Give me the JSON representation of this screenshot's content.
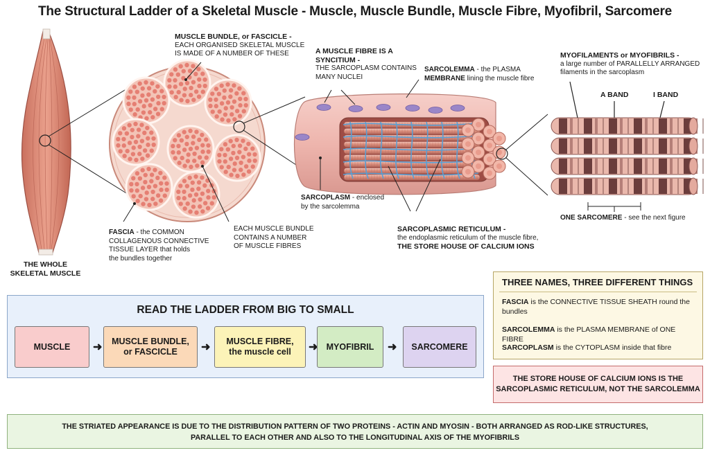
{
  "title": "The Structural Ladder of a Skeletal Muscle - Muscle, Muscle Bundle, Muscle Fibre, Myofibril, Sarcomere",
  "labels": {
    "whole_muscle": [
      "THE WHOLE",
      "SKELETAL MUSCLE"
    ],
    "bundle_heading": "MUSCLE BUNDLE, or FASCICLE -",
    "bundle_desc": [
      "EACH ORGANISED SKELETAL MUSCLE",
      "IS MADE OF A NUMBER OF THESE"
    ],
    "fascia_term": "FASCIA",
    "fascia_desc_1": " - the COMMON",
    "fascia_desc_rest": [
      "COLLAGENOUS CONNECTIVE",
      "TISSUE LAYER that holds",
      "the bundles together"
    ],
    "each_bundle": [
      "EACH MUSCLE BUNDLE",
      "CONTAINS A NUMBER",
      "OF MUSCLE FIBRES"
    ],
    "syncitium": [
      "A MUSCLE FIBRE IS A SYNCITIUM -",
      "THE SARCOPLASM CONTAINS",
      "MANY NUCLEI"
    ],
    "sarcolemma_term": "SARCOLEMMA",
    "sarcolemma_desc_1": " - the PLASMA",
    "sarcolemma_term_2": "MEMBRANE",
    "sarcolemma_desc_2": " lining the muscle fibre",
    "sarcoplasm_term": "SARCOPLASM",
    "sarcoplasm_desc_1": " - enclosed",
    "sarcoplasm_desc_2": "by the sarcolemma",
    "sr_term": "SARCOPLASMIC RETICULUM -",
    "sr_desc": "the endoplasmic reticulum of the muscle fibre,",
    "sr_store": "THE STORE HOUSE OF CALCIUM IONS",
    "myofil_term": "MYOFILAMENTS or MYOFIBRILS -",
    "myofil_desc": [
      "a large number of PARALLELLY ARRANGED",
      "filaments in the sarcoplasm"
    ],
    "a_band": "A BAND",
    "i_band": "I BAND",
    "one_sarcomere": "ONE SARCOMERE",
    "one_sarcomere_desc": " - see the next figure"
  },
  "ladder": {
    "title": "READ THE LADDER FROM BIG TO SMALL",
    "steps": [
      {
        "lines": [
          "MUSCLE"
        ],
        "color": "#f9cccc"
      },
      {
        "lines": [
          "MUSCLE BUNDLE,",
          "or FASCICLE"
        ],
        "color": "#fbd9b8"
      },
      {
        "lines": [
          "MUSCLE FIBRE,",
          "the muscle cell"
        ],
        "color": "#fcf3b8"
      },
      {
        "lines": [
          "MYOFIBRIL"
        ],
        "color": "#d3ecc4"
      },
      {
        "lines": [
          "SARCOMERE"
        ],
        "color": "#ddd3f0"
      }
    ],
    "arrow": "➜"
  },
  "names_box": {
    "title": "THREE NAMES, THREE DIFFERENT THINGS",
    "items": [
      {
        "term": "FASCIA",
        "text": " is the CONNECTIVE TISSUE SHEATH round the bundles"
      },
      {
        "term": "SARCOLEMMA",
        "text": " is the PLASMA MEMBRANE of ONE FIBRE"
      },
      {
        "term": "SARCOPLASM",
        "text": " is the CYTOPLASM inside that fibre"
      }
    ]
  },
  "calcium_box": [
    "THE STORE HOUSE OF CALCIUM IONS IS THE",
    "SARCOPLASMIC RETICULUM, NOT THE SARCOLEMMA"
  ],
  "bottom_note": [
    "THE STRIATED APPEARANCE IS DUE TO THE DISTRIBUTION PATTERN OF TWO PROTEINS - ACTIN AND MYOSIN - BOTH ARRANGED AS ROD-LIKE STRUCTURES,",
    "PARALLEL TO EACH OTHER AND ALSO TO THE LONGITUDINAL AXIS OF THE MYOFIBRILS"
  ],
  "colors": {
    "muscle": "#e2907c",
    "fibre_pink": "#f0b9b3",
    "sr_blue": "#5a9fd4",
    "nucleus": "#9a86c8",
    "band_dark": "#6b3d3c",
    "band_light": "#eab8ac"
  }
}
